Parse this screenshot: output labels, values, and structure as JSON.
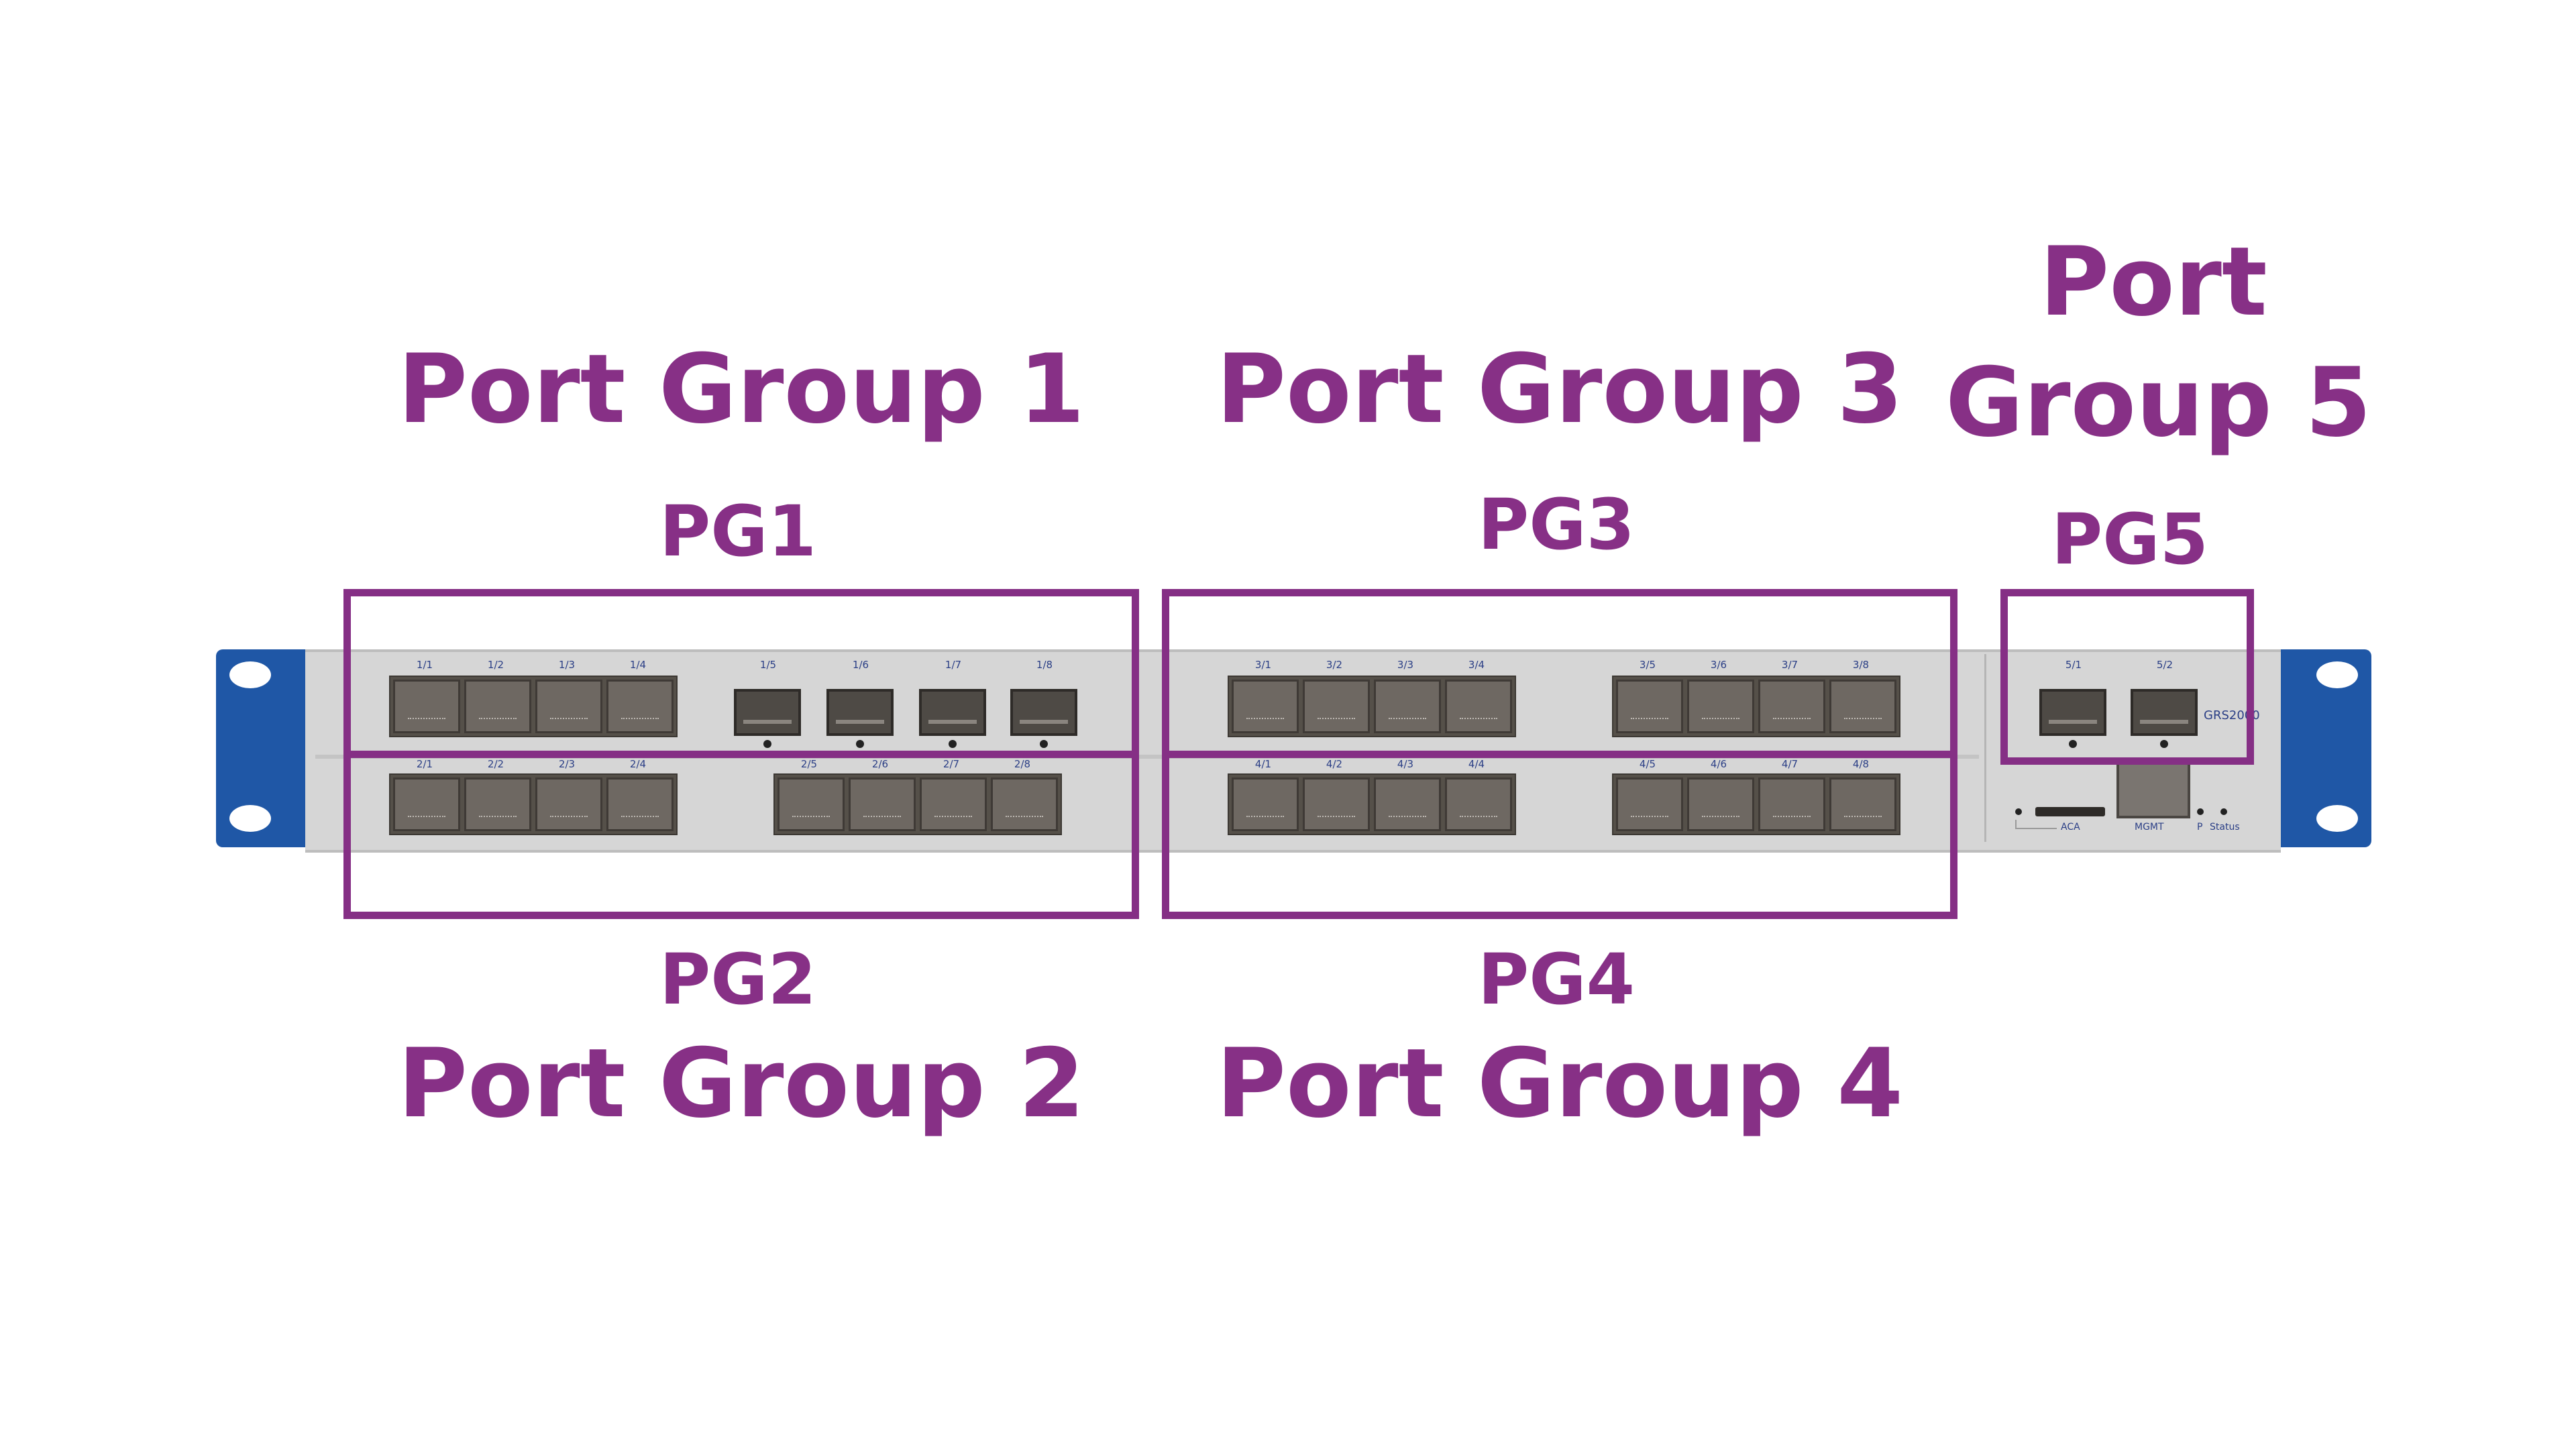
{
  "groups": [
    {
      "title": "Port Group 1",
      "abbr": "PG1"
    },
    {
      "title": "Port Group 2",
      "abbr": "PG2"
    },
    {
      "title": "Port Group 3",
      "abbr": "PG3"
    },
    {
      "title": "Port Group 4",
      "abbr": "PG4"
    },
    {
      "title_line1": "Port",
      "title_line2": "Group 5",
      "abbr": "PG5"
    }
  ],
  "device": {
    "model": "GRS2000",
    "ports_row1": [
      "1/1",
      "1/2",
      "1/3",
      "1/4",
      "1/5",
      "1/6",
      "1/7",
      "1/8",
      "3/1",
      "3/2",
      "3/3",
      "3/4",
      "3/5",
      "3/6",
      "3/7",
      "3/8",
      "5/1",
      "5/2"
    ],
    "ports_row2": [
      "2/1",
      "2/2",
      "2/3",
      "2/4",
      "2/5",
      "2/6",
      "2/7",
      "2/8",
      "4/1",
      "4/2",
      "4/3",
      "4/4",
      "4/5",
      "4/6",
      "4/7",
      "4/8"
    ],
    "aca_label": "ACA",
    "mgmt_label": "MGMT",
    "p_label": "P",
    "status_label": "Status"
  },
  "colors": {
    "accent": "#873086",
    "rack_ear": "#1F57A6",
    "chassis": "#D6D6D6"
  }
}
